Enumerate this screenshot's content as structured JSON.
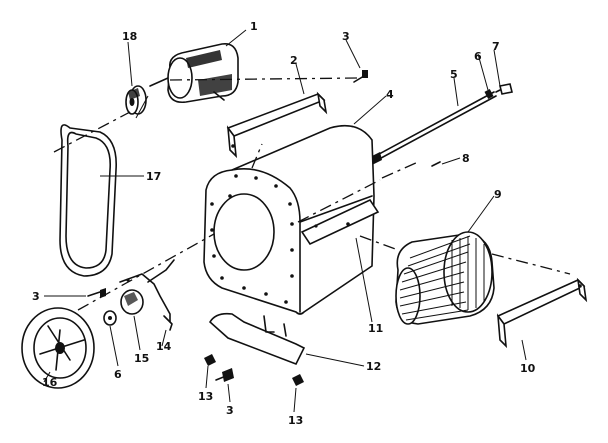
{
  "diagram": {
    "parts": [
      {
        "id": "motor",
        "callout": "1"
      },
      {
        "id": "motor-mount-bracket",
        "callout": "2"
      },
      {
        "id": "screw-top",
        "callout": "3"
      },
      {
        "id": "screw-left",
        "callout": "3"
      },
      {
        "id": "screw-bottom",
        "callout": "3"
      },
      {
        "id": "blower-housing",
        "callout": "4"
      },
      {
        "id": "shaft",
        "callout": "5"
      },
      {
        "id": "shaft-collar",
        "callout": "6"
      },
      {
        "id": "pulley-collar",
        "callout": "6"
      },
      {
        "id": "shaft-end",
        "callout": "7"
      },
      {
        "id": "key",
        "callout": "8"
      },
      {
        "id": "blower-wheel",
        "callout": "9"
      },
      {
        "id": "cutoff-plate",
        "callout": "10"
      },
      {
        "id": "housing-flange",
        "callout": "11"
      },
      {
        "id": "base-bracket",
        "callout": "12"
      },
      {
        "id": "nut-left",
        "callout": "13"
      },
      {
        "id": "nut-right",
        "callout": "13"
      },
      {
        "id": "bearing-bracket",
        "callout": "14"
      },
      {
        "id": "bearing",
        "callout": "15"
      },
      {
        "id": "blower-pulley",
        "callout": "16"
      },
      {
        "id": "belt",
        "callout": "17"
      },
      {
        "id": "motor-pulley",
        "callout": "18"
      }
    ]
  }
}
